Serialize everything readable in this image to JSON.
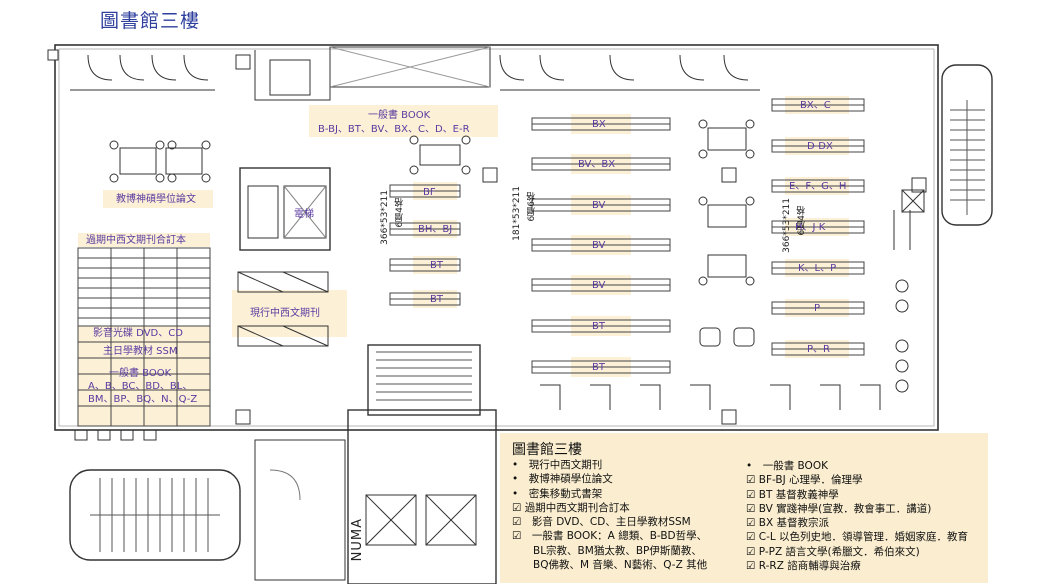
{
  "title": "圖書館三樓",
  "labels": {
    "books_top_1": "一般書 BOOK",
    "books_top_2": "B-BJ、BT、BV、BX、C、D、E-R",
    "thesis": "教博神碩學位論文",
    "bound_periodicals": "過期中西文期刊合訂本",
    "av": "影音光碟 DVD、CD",
    "sunday_school": "主日學教材 SSM",
    "books_left_1": "一般書 BOOK",
    "books_left_2": "A、B、BC、BD、BL、",
    "books_left_3": "BM、BP、BQ、N、Q-Z",
    "current_periodicals": "現行中西文期刊",
    "elevator": "電梯",
    "dim_left": "366*53*211",
    "dim_left_sub": "6層4格",
    "dim_mid": "181*53*211",
    "dim_mid_sub": "6層6格",
    "dim_right": "366*53*211",
    "dim_right_sub": "6層4格",
    "numa": "NUMA"
  },
  "shelves_left": [
    "BF",
    "BH、BJ",
    "BT",
    "BT"
  ],
  "shelves_middle": [
    "BX",
    "BV、BX",
    "BV",
    "BV",
    "BV",
    "BT",
    "BT"
  ],
  "shelves_right": [
    "BX、C",
    "D-DX",
    "E、F、G、H",
    "H、J-K",
    "K、L、P",
    "P",
    "P、R"
  ],
  "legend": {
    "title": "圖書館三樓",
    "left_items": [
      "•　現行中西文期刊",
      "•　教博神碩學位論文",
      "•　密集移動式書架",
      "☑ 過期中西文期刊合訂本",
      "☑　影音 DVD、CD、主日學教材SSM",
      "☑　一般書 BOOK：A 總類、B-BD哲學、",
      "　　BL宗教、BM猶太教、BP伊斯蘭教、",
      "　　BQ佛教、M 音樂、N藝術、Q-Z 其他"
    ],
    "right_items": [
      "•　一般書 BOOK",
      "☑ BF-BJ 心理學．倫理學",
      "☑ BT 基督教義神學",
      "☑ BV 實踐神學(宣教．教會事工．講道)",
      "☑ BX 基督教宗派",
      "☑ C-L 以色列史地．領導管理．婚姻家庭．教育",
      "☑ P-PZ 語言文學(希臘文．希伯來文)",
      "☑ R-RZ 諮商輔導與治療"
    ]
  },
  "colors": {
    "highlight": "#fbeed0",
    "label_text": "#5a3aa0",
    "title_text": "#2f3f9e"
  }
}
